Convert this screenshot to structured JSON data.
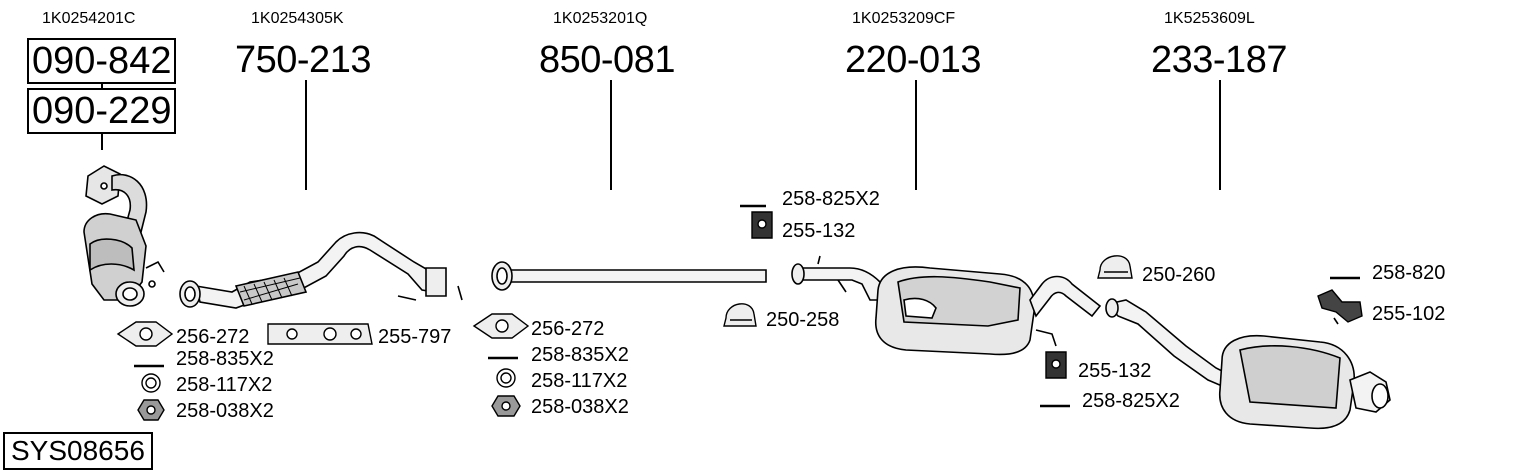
{
  "oem_numbers": [
    "1K0254201C",
    "1K0254305K",
    "1K0253201Q",
    "1K0253209CF",
    "1K5253609L"
  ],
  "part_numbers": [
    "090-842",
    "090-229",
    "750-213",
    "850-081",
    "220-013",
    "233-187"
  ],
  "accessory_labels": {
    "a1": "256-272",
    "a2": "258-835X2",
    "a3": "258-117X2",
    "a4": "258-038X2",
    "a5": "255-797",
    "b1": "256-272",
    "b2": "258-835X2",
    "b3": "258-117X2",
    "b4": "258-038X2",
    "c1": "258-825X2",
    "c2": "255-132",
    "c3": "250-258",
    "d1": "250-260",
    "d2": "255-132",
    "d3": "258-825X2",
    "e1": "258-820",
    "e2": "255-102"
  },
  "system_code": "SYS08656"
}
